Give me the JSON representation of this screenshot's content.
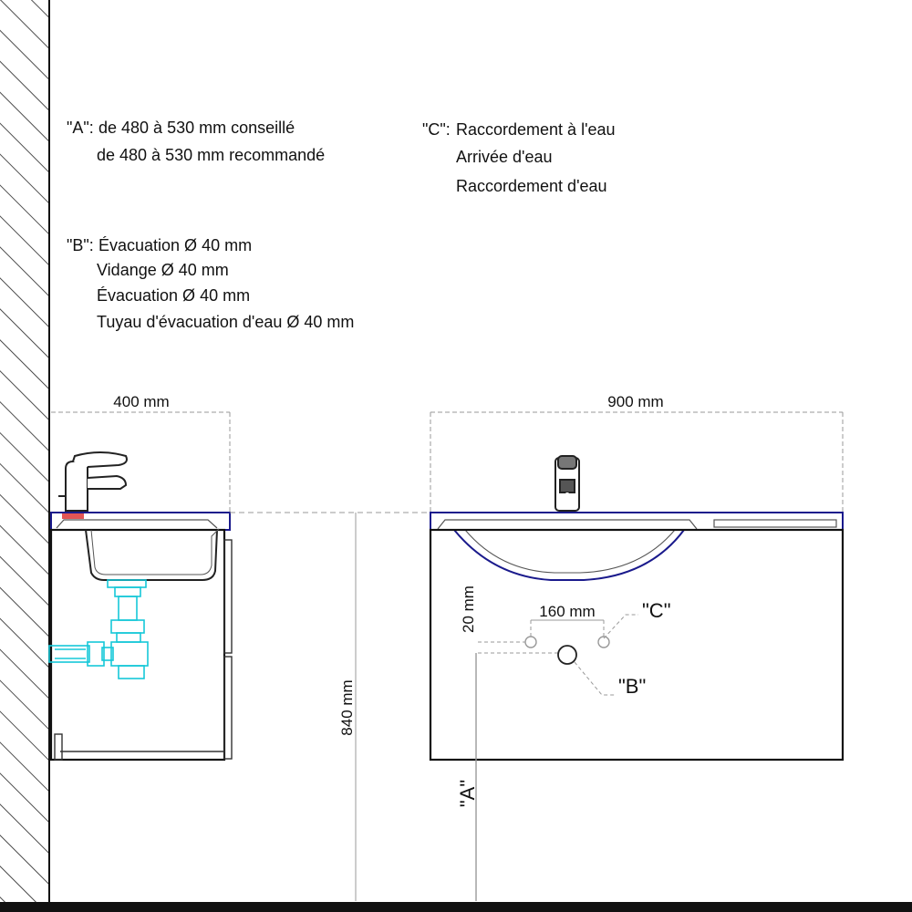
{
  "legend": {
    "a": {
      "tag": "\"A\":",
      "lines": [
        "de 480 à 530 mm conseillé",
        "de 480 à 530 mm recommandé"
      ]
    },
    "b": {
      "tag": "\"B\":",
      "lines": [
        "Évacuation Ø 40 mm",
        "Vidange Ø 40 mm",
        "Évacuation Ø 40 mm",
        "Tuyau d'évacuation d'eau Ø 40 mm"
      ]
    },
    "c": {
      "tag": "\"C\":",
      "lines": [
        "Raccordement à l'eau",
        "Arrivée d'eau",
        "Raccordement d'eau"
      ]
    }
  },
  "dimensions": {
    "side_width": "400 mm",
    "front_width": "900 mm",
    "height": "840 mm",
    "supply_spacing": "160 mm",
    "supply_offset": "20 mm"
  },
  "markers": {
    "a": "\"A\"",
    "b": "\"B\"",
    "c": "\"C\""
  },
  "colors": {
    "line": "#111111",
    "basin_outline": "#1a1a8c",
    "plumbing": "#16c8d8",
    "hatch": "#222222",
    "dimension": "#999999"
  }
}
